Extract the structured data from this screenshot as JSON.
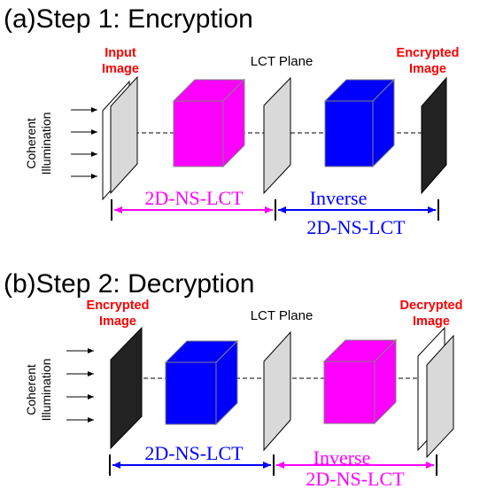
{
  "colors": {
    "magenta": "#ff00ff",
    "blue": "#0000ff",
    "label_red": "#ff0000",
    "plate_gray": "#d9d9d9",
    "dark_plate": "#222222"
  },
  "panels": [
    {
      "title": "(a)Step 1: Encryption",
      "left_label_line1": "Input",
      "left_label_line2": "Image",
      "middle_label": "LCT Plane",
      "right_label_line1": "Encrypted",
      "right_label_line2": "Image",
      "illumination_line1": "Coherent",
      "illumination_line2": "Illumination",
      "dist1_label": "2D-NS-LCT",
      "dist2_line1": "Inverse",
      "dist2_line2": "2D-NS-LCT",
      "cube1_color": "magenta",
      "cube2_color": "blue"
    },
    {
      "title": "(b)Step 2: Decryption",
      "left_label_line1": "Encrypted",
      "left_label_line2": "Image",
      "middle_label": "LCT Plane",
      "right_label_line1": "Decrypted",
      "right_label_line2": "Image",
      "illumination_line1": "Coherent",
      "illumination_line2": "Illumination",
      "dist1_label": "2D-NS-LCT",
      "dist2_line1": "Inverse",
      "dist2_line2": "2D-NS-LCT",
      "cube1_color": "blue",
      "cube2_color": "magenta"
    }
  ]
}
